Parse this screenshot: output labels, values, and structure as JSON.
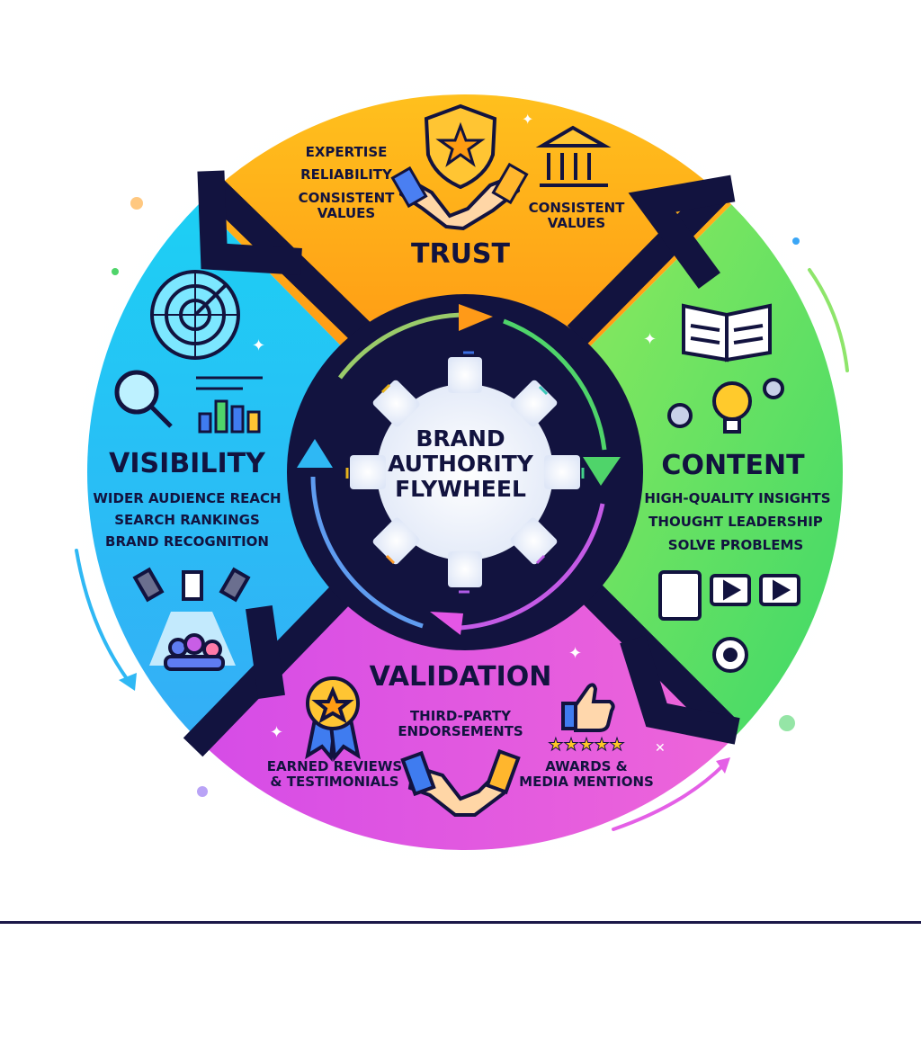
{
  "center": {
    "line1": "BRAND",
    "line2": "AUTHORITY",
    "line3": "FLYWHEEL"
  },
  "trust": {
    "title": "TRUST",
    "items": [
      "EXPERTISE",
      "RELIABILITY",
      "CONSISTENT",
      "VALUES"
    ],
    "right_label": [
      "CONSISTENT",
      "VALUES"
    ]
  },
  "content": {
    "title": "CONTENT",
    "items": [
      "HIGH-QUALITY INSIGHTS",
      "THOUGHT LEADERSHIP",
      "SOLVE PROBLEMS"
    ]
  },
  "validation": {
    "title": "VALIDATION",
    "third_party": [
      "THIRD-PARTY",
      "ENDORSEMENTS"
    ],
    "earned": [
      "EARNED REVIEWS",
      "& TESTIMONIALS"
    ],
    "awards": [
      "AWARDS &",
      "MEDIA MENTIONS"
    ],
    "stars": "★★★★★"
  },
  "visibility": {
    "title": "VISIBILITY",
    "items": [
      "WIDER AUDIENCE REACH",
      "SEARCH RANKINGS",
      "BRAND RECOGNITION"
    ]
  },
  "colors": {
    "trust": "#ffa21a",
    "content": "#5ee06a",
    "validation": "#e457e8",
    "visibility": "#2ec6f2",
    "navy": "#12133f"
  }
}
